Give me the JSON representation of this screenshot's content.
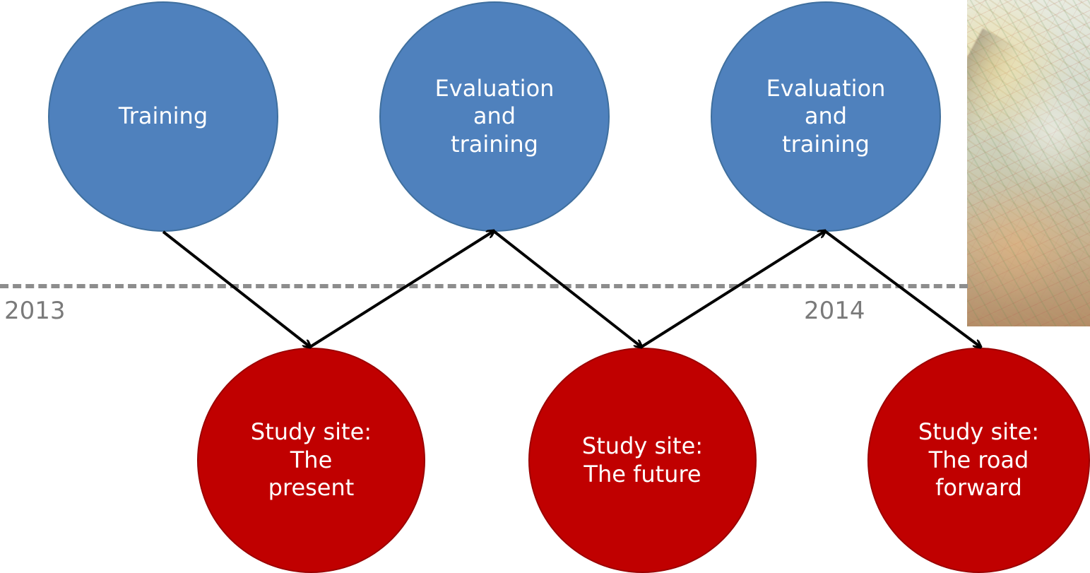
{
  "timeline": {
    "years": [
      {
        "label": "2013"
      },
      {
        "label": "2014"
      }
    ]
  },
  "diagram": {
    "top_nodes": [
      {
        "label": "Training"
      },
      {
        "label": "Evaluation\nand\ntraining"
      },
      {
        "label": "Evaluation\nand\ntraining"
      }
    ],
    "bottom_nodes": [
      {
        "label": "Study site:\nThe\npresent"
      },
      {
        "label": "Study site:\nThe future"
      },
      {
        "label": "Study site:\nThe road\nforward"
      }
    ]
  },
  "colors": {
    "blue_node": "#4f81bd",
    "red_node": "#c00000",
    "timeline": "#8d8d8d",
    "arrow": "#000000"
  },
  "image": {
    "name": "map-photo"
  }
}
